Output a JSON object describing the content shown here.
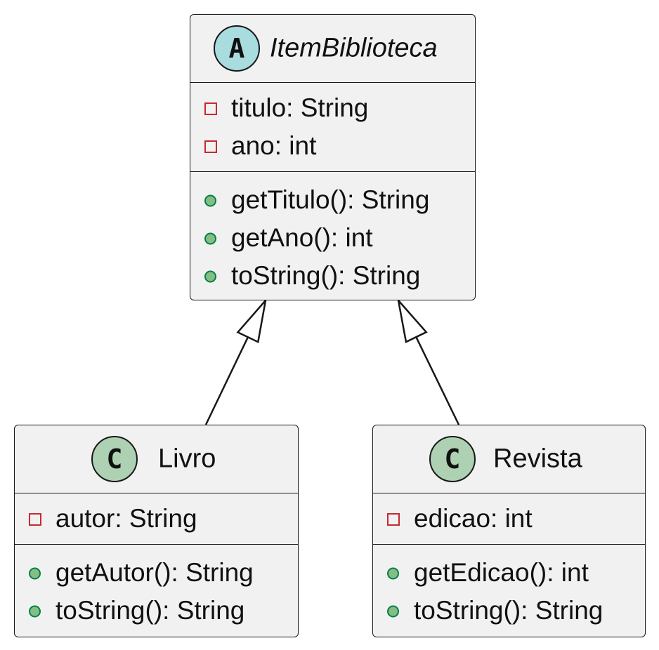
{
  "diagram": {
    "type": "uml-class",
    "classes": [
      {
        "id": "item",
        "kind": "abstract",
        "badge": "A",
        "badge_color": "#a9dcdf",
        "name": "ItemBiblioteca",
        "attributes": [
          {
            "visibility": "private",
            "text": "titulo: String"
          },
          {
            "visibility": "private",
            "text": "ano: int"
          }
        ],
        "methods": [
          {
            "visibility": "public",
            "text": "getTitulo(): String"
          },
          {
            "visibility": "public",
            "text": "getAno(): int"
          },
          {
            "visibility": "public",
            "text": "toString(): String"
          }
        ]
      },
      {
        "id": "livro",
        "kind": "class",
        "badge": "C",
        "badge_color": "#add1b2",
        "name": "Livro",
        "attributes": [
          {
            "visibility": "private",
            "text": "autor: String"
          }
        ],
        "methods": [
          {
            "visibility": "public",
            "text": "getAutor(): String"
          },
          {
            "visibility": "public",
            "text": "toString(): String"
          }
        ]
      },
      {
        "id": "revista",
        "kind": "class",
        "badge": "C",
        "badge_color": "#add1b2",
        "name": "Revista",
        "attributes": [
          {
            "visibility": "private",
            "text": "edicao: int"
          }
        ],
        "methods": [
          {
            "visibility": "public",
            "text": "getEdicao(): int"
          },
          {
            "visibility": "public",
            "text": "toString(): String"
          }
        ]
      }
    ],
    "relations": [
      {
        "type": "inheritance",
        "from": "livro",
        "to": "item"
      },
      {
        "type": "inheritance",
        "from": "revista",
        "to": "item"
      }
    ],
    "colors": {
      "box_fill": "#f1f1f1",
      "line": "#181818",
      "private_marker": "#c82930",
      "public_marker": "#84be84"
    }
  }
}
